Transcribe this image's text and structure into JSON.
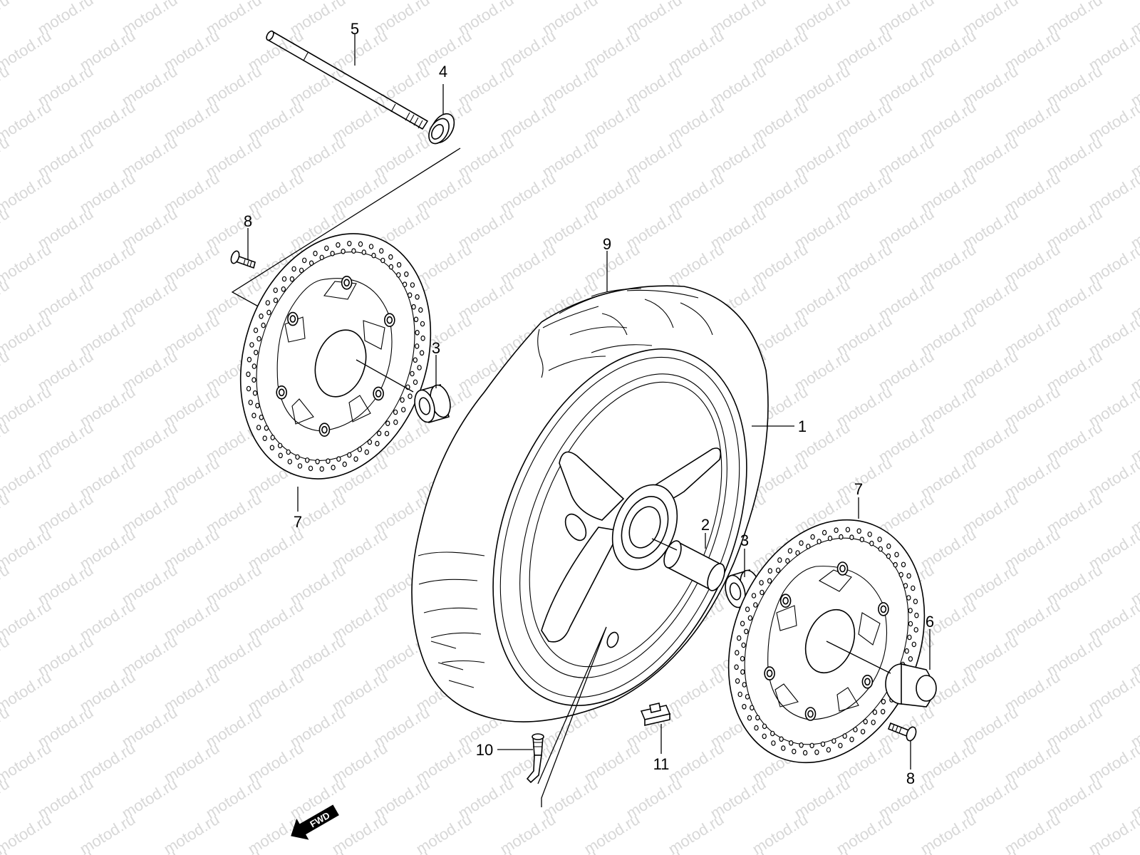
{
  "watermark": "motod.ru",
  "callouts": {
    "c1": "1",
    "c2": "2",
    "c3a": "3",
    "c3b": "3",
    "c4": "4",
    "c5": "5",
    "c6": "6",
    "c7a": "7",
    "c7b": "7",
    "c8a": "8",
    "c8b": "8",
    "c9": "9",
    "c10": "10",
    "c11": "11"
  },
  "fwd_label": "FWD"
}
